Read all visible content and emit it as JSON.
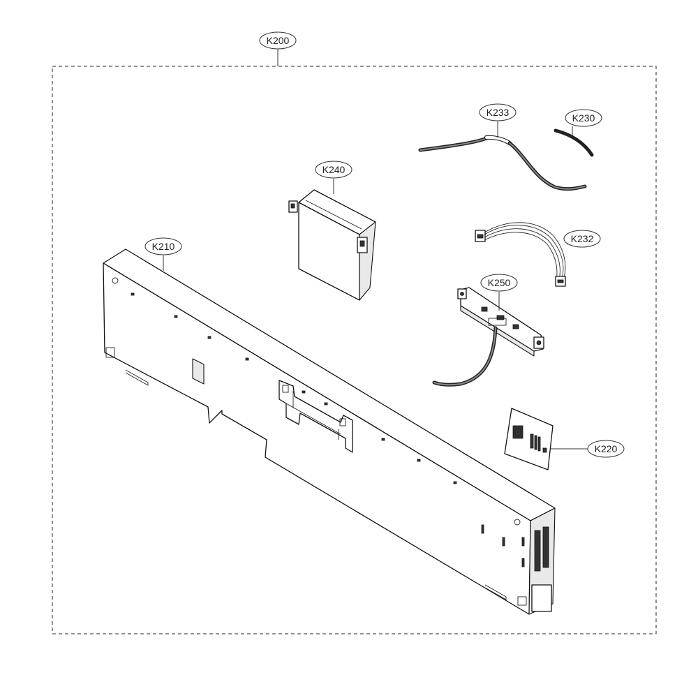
{
  "callouts": {
    "k200": "K200",
    "k210": "K210",
    "k220": "K220",
    "k230": "K230",
    "k232": "K232",
    "k233": "K233",
    "k240": "K240",
    "k250": "K250"
  },
  "colors": {
    "line": "#111111",
    "background": "#ffffff",
    "dashed_border": "#555555"
  }
}
